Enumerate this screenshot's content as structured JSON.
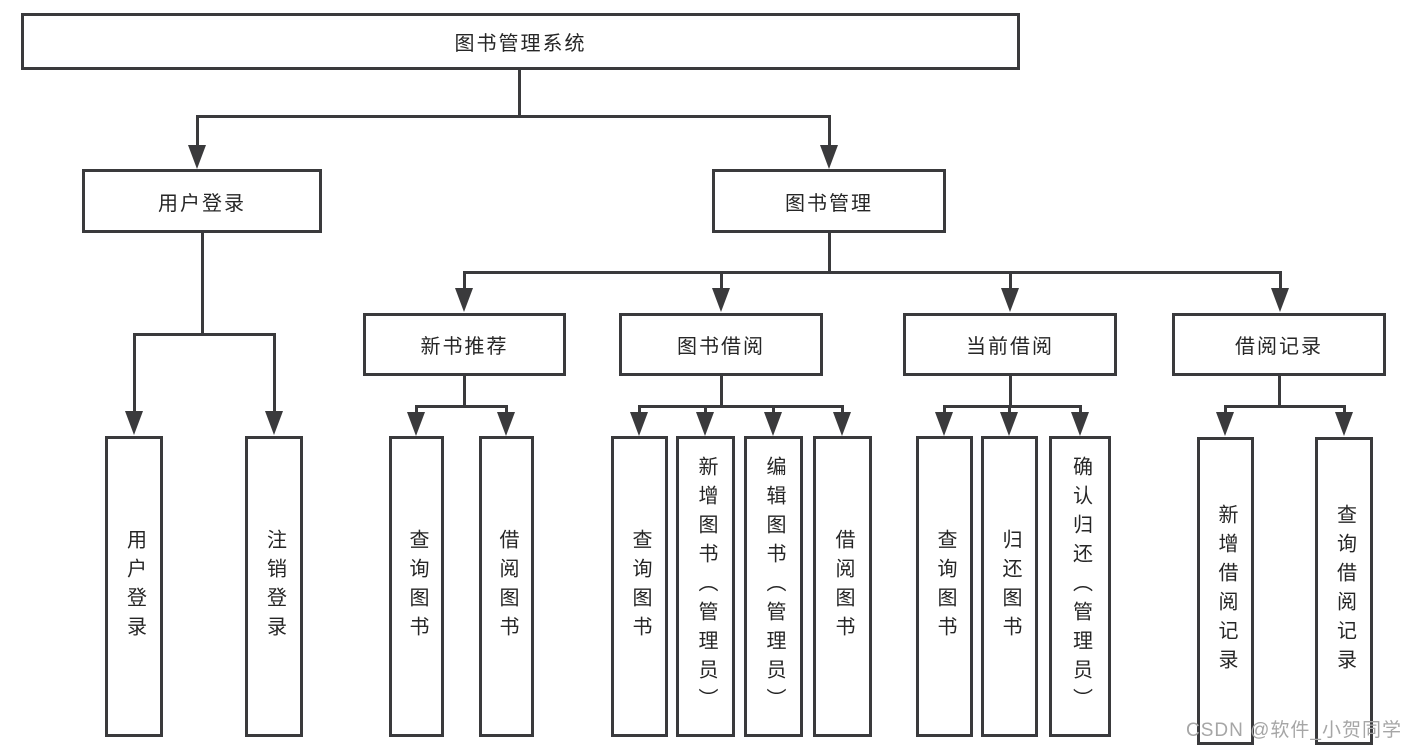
{
  "tree": {
    "root": "图书管理系统",
    "branches": [
      {
        "label": "用户登录",
        "leaves": [
          "用户登录",
          "注销登录"
        ]
      },
      {
        "label": "图书管理",
        "groups": [
          {
            "label": "新书推荐",
            "leaves": [
              "查询图书",
              "借阅图书"
            ]
          },
          {
            "label": "图书借阅",
            "leaves": [
              "查询图书",
              "新增图书（管理员）",
              "编辑图书（管理员）",
              "借阅图书"
            ]
          },
          {
            "label": "当前借阅",
            "leaves": [
              "查询图书",
              "归还图书",
              "确认归还（管理员）"
            ]
          },
          {
            "label": "借阅记录",
            "leaves": [
              "新增借阅记录",
              "查询借阅记录"
            ]
          }
        ]
      }
    ]
  },
  "watermark": "CSDN @软件_小贺同学",
  "colors": {
    "line": "#3a3a3c",
    "text": "#262626",
    "watermark": "#a6a6a6",
    "background": "#ffffff"
  }
}
